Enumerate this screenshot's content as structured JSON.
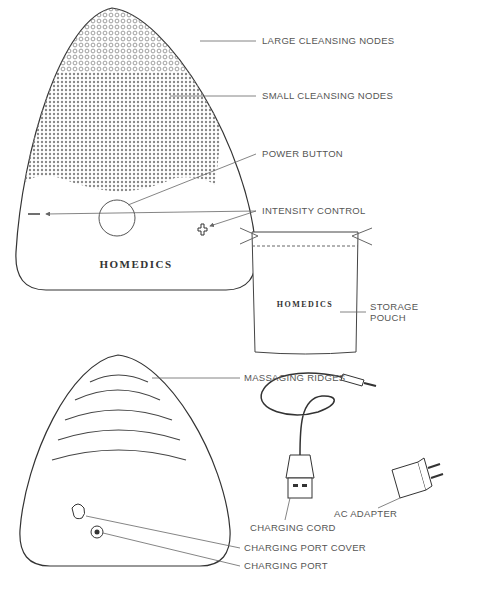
{
  "diagram": {
    "labels": [
      "LARGE CLEANSING NODES",
      "SMALL CLEANSING NODES",
      "POWER BUTTON",
      "INTENSITY CONTROL",
      "HOMEDICS",
      "HOMEDICS",
      "STORAGE POUCH",
      "MASSAGING RIDGES",
      "CHARGING CORD",
      "AC ADAPTER",
      "CHARGING PORT COVER",
      "CHARGING PORT"
    ]
  }
}
